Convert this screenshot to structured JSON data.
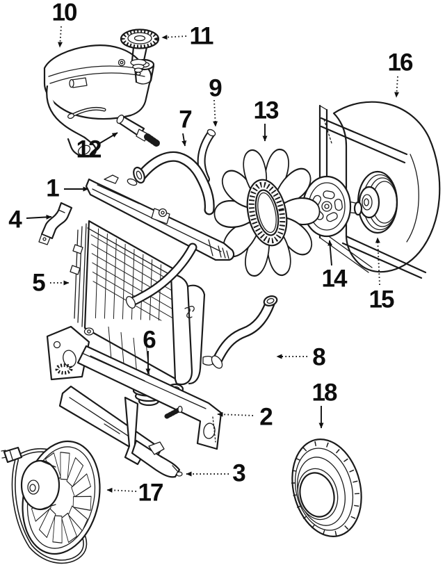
{
  "figure": {
    "kind": "exploded-parts-diagram",
    "subject": "radiator-and-cooling-fan-components",
    "background_color": "#ffffff",
    "line_color": "#1a1a1a",
    "label_color": "#0d0d0d",
    "arrow_style": "dotted-shaft-solid-head"
  },
  "callouts": [
    {
      "number": "1",
      "part": "radiator-upper-support"
    },
    {
      "number": "2",
      "part": "radiator-lower-support"
    },
    {
      "number": "3",
      "part": "lower-support-bracket"
    },
    {
      "number": "4",
      "part": "side-mount-bracket"
    },
    {
      "number": "5",
      "part": "radiator"
    },
    {
      "number": "6",
      "part": "radiator-lower-mount-grommet"
    },
    {
      "number": "7",
      "part": "upper-radiator-hose"
    },
    {
      "number": "8",
      "part": "lower-radiator-hose"
    },
    {
      "number": "9",
      "part": "overflow-vent-hose"
    },
    {
      "number": "10",
      "part": "coolant-expansion-tank"
    },
    {
      "number": "11",
      "part": "expansion-tank-cap"
    },
    {
      "number": "12",
      "part": "coolant-temperature-sensor"
    },
    {
      "number": "13",
      "part": "fan-blade"
    },
    {
      "number": "14",
      "part": "fan-clutch"
    },
    {
      "number": "15",
      "part": "fan-pulley"
    },
    {
      "number": "16",
      "part": "fan-shroud"
    },
    {
      "number": "17",
      "part": "auxiliary-electric-fan"
    },
    {
      "number": "18",
      "part": "fan-guard-shield"
    }
  ]
}
